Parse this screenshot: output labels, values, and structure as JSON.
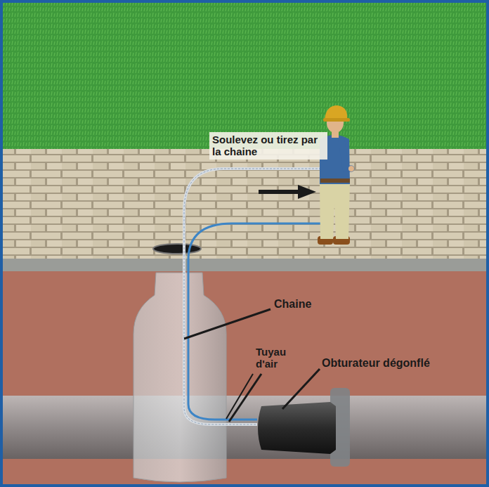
{
  "diagram": {
    "labels": [
      "Soulevez ou tirez par la chaine",
      "Chaine",
      "Tuyau d'air",
      "Obturateur dégonflé"
    ]
  }
}
